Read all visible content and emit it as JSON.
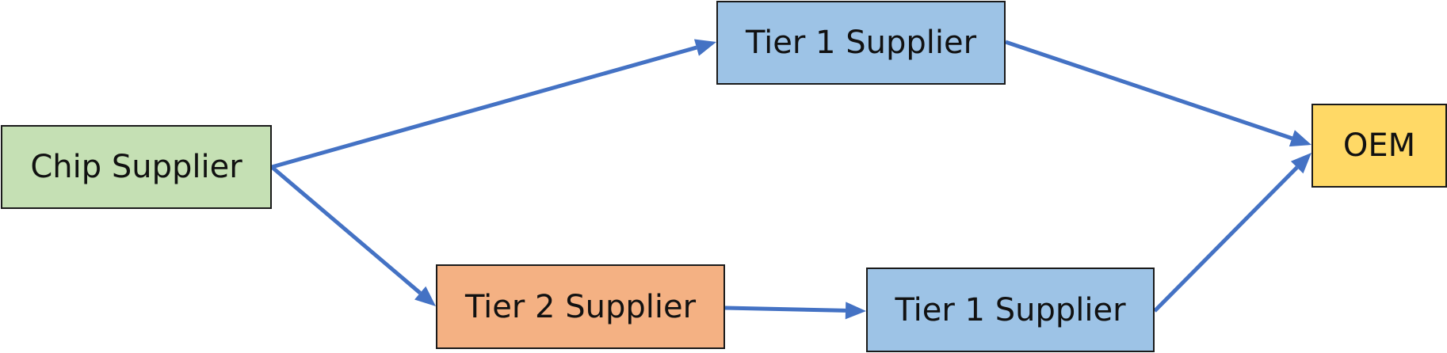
{
  "diagram": {
    "nodes": {
      "chip": {
        "label": "Chip Supplier",
        "fill": "#c5e0b4"
      },
      "tier1_top": {
        "label": "Tier 1 Supplier",
        "fill": "#9dc3e6"
      },
      "tier2": {
        "label": "Tier 2 Supplier",
        "fill": "#f4b183"
      },
      "tier1_bottom": {
        "label": "Tier 1 Supplier",
        "fill": "#9dc3e6"
      },
      "oem": {
        "label": "OEM",
        "fill": "#ffd966"
      }
    },
    "edges": [
      {
        "from": "chip",
        "to": "tier1_top"
      },
      {
        "from": "tier1_top",
        "to": "oem"
      },
      {
        "from": "chip",
        "to": "tier2"
      },
      {
        "from": "tier2",
        "to": "tier1_bottom"
      },
      {
        "from": "tier1_bottom",
        "to": "oem"
      }
    ],
    "edge_color": "#4472c4"
  }
}
